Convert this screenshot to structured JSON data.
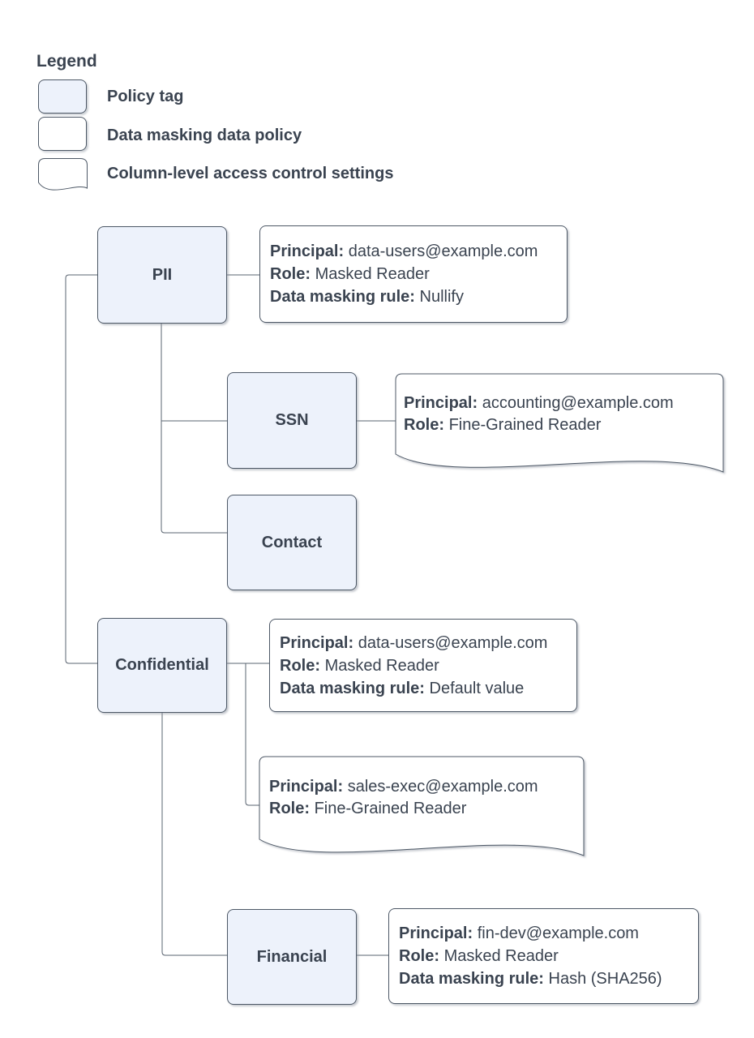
{
  "legend": {
    "title": "Legend",
    "items": [
      {
        "swatch": "policy-tag-swatch",
        "label": "Policy tag"
      },
      {
        "swatch": "data-masking-policy-swatch",
        "label": "Data masking data policy"
      },
      {
        "swatch": "column-access-control-swatch",
        "label": "Column-level access control settings"
      }
    ]
  },
  "nodes": {
    "pii": "PII",
    "ssn": "SSN",
    "contact": "Contact",
    "confidential": "Confidential",
    "financial": "Financial"
  },
  "policies": {
    "pii_masking": {
      "lines": [
        {
          "label": "Principal:",
          "value": "data-users@example.com"
        },
        {
          "label": "Role:",
          "value": "Masked Reader"
        },
        {
          "label": "Data masking rule:",
          "value": "Nullify"
        }
      ]
    },
    "ssn_access": {
      "lines": [
        {
          "label": "Principal:",
          "value": "accounting@example.com"
        },
        {
          "label": "Role:",
          "value": "Fine-Grained Reader"
        }
      ]
    },
    "confidential_masking": {
      "lines": [
        {
          "label": "Principal:",
          "value": "data-users@example.com"
        },
        {
          "label": "Role:",
          "value": "Masked Reader"
        },
        {
          "label": "Data masking rule:",
          "value": "Default value"
        }
      ]
    },
    "confidential_access": {
      "lines": [
        {
          "label": "Principal:",
          "value": "sales-exec@example.com"
        },
        {
          "label": "Role:",
          "value": "Fine-Grained Reader"
        }
      ]
    },
    "financial_masking": {
      "lines": [
        {
          "label": "Principal:",
          "value": "fin-dev@example.com"
        },
        {
          "label": "Role:",
          "value": "Masked Reader"
        },
        {
          "label": "Data masking rule:",
          "value": "Hash (SHA256)"
        }
      ]
    }
  },
  "colors": {
    "policy_tag_fill": "#edf2fb",
    "box_border": "#4d5866",
    "text": "#3a4350",
    "connector": "#5a6470",
    "background": "#ffffff"
  }
}
